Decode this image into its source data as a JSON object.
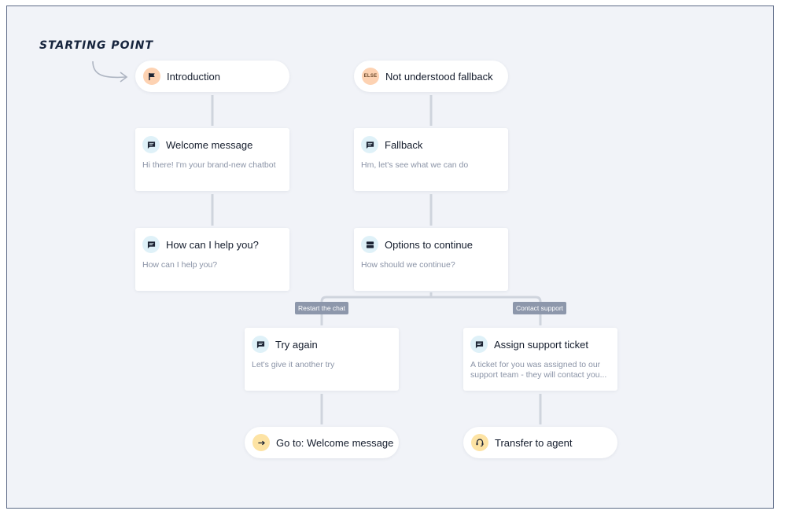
{
  "start_label": "STARTING POINT",
  "nodes": {
    "introduction": {
      "title": "Introduction",
      "icon": "flag-icon"
    },
    "fallback_root": {
      "title": "Not understood fallback",
      "badge": "ELSE"
    },
    "welcome": {
      "title": "Welcome message",
      "desc": "Hi there! I'm your brand-new chatbot",
      "icon": "chat-icon"
    },
    "fallback": {
      "title": "Fallback",
      "desc": "Hm, let's see what we can do",
      "icon": "chat-icon"
    },
    "help": {
      "title": "How can I help you?",
      "desc": "How can I help you?",
      "icon": "chat-icon"
    },
    "options": {
      "title": "Options to continue",
      "desc": "How should we continue?",
      "icon": "options-icon"
    },
    "try_again": {
      "title": "Try again",
      "desc": "Let's give it another try",
      "icon": "chat-icon"
    },
    "assign": {
      "title": "Assign support ticket",
      "desc": "A ticket for you was assigned to our support team - they will contact you...",
      "icon": "chat-icon"
    },
    "goto": {
      "title": "Go to: Welcome message",
      "icon": "arrow-right-icon"
    },
    "transfer": {
      "title": "Transfer to agent",
      "icon": "headset-icon"
    }
  },
  "edge_labels": {
    "restart": "Restart the chat",
    "contact": "Contact support"
  },
  "colors": {
    "canvas": "#f1f3f8",
    "connector": "#cfd4dd",
    "chat_icon_bg": "#dff1f8",
    "flag_icon_bg": "#fdd2b2",
    "goto_icon_bg": "#fde3a4",
    "label_bg": "#8d97ab"
  }
}
